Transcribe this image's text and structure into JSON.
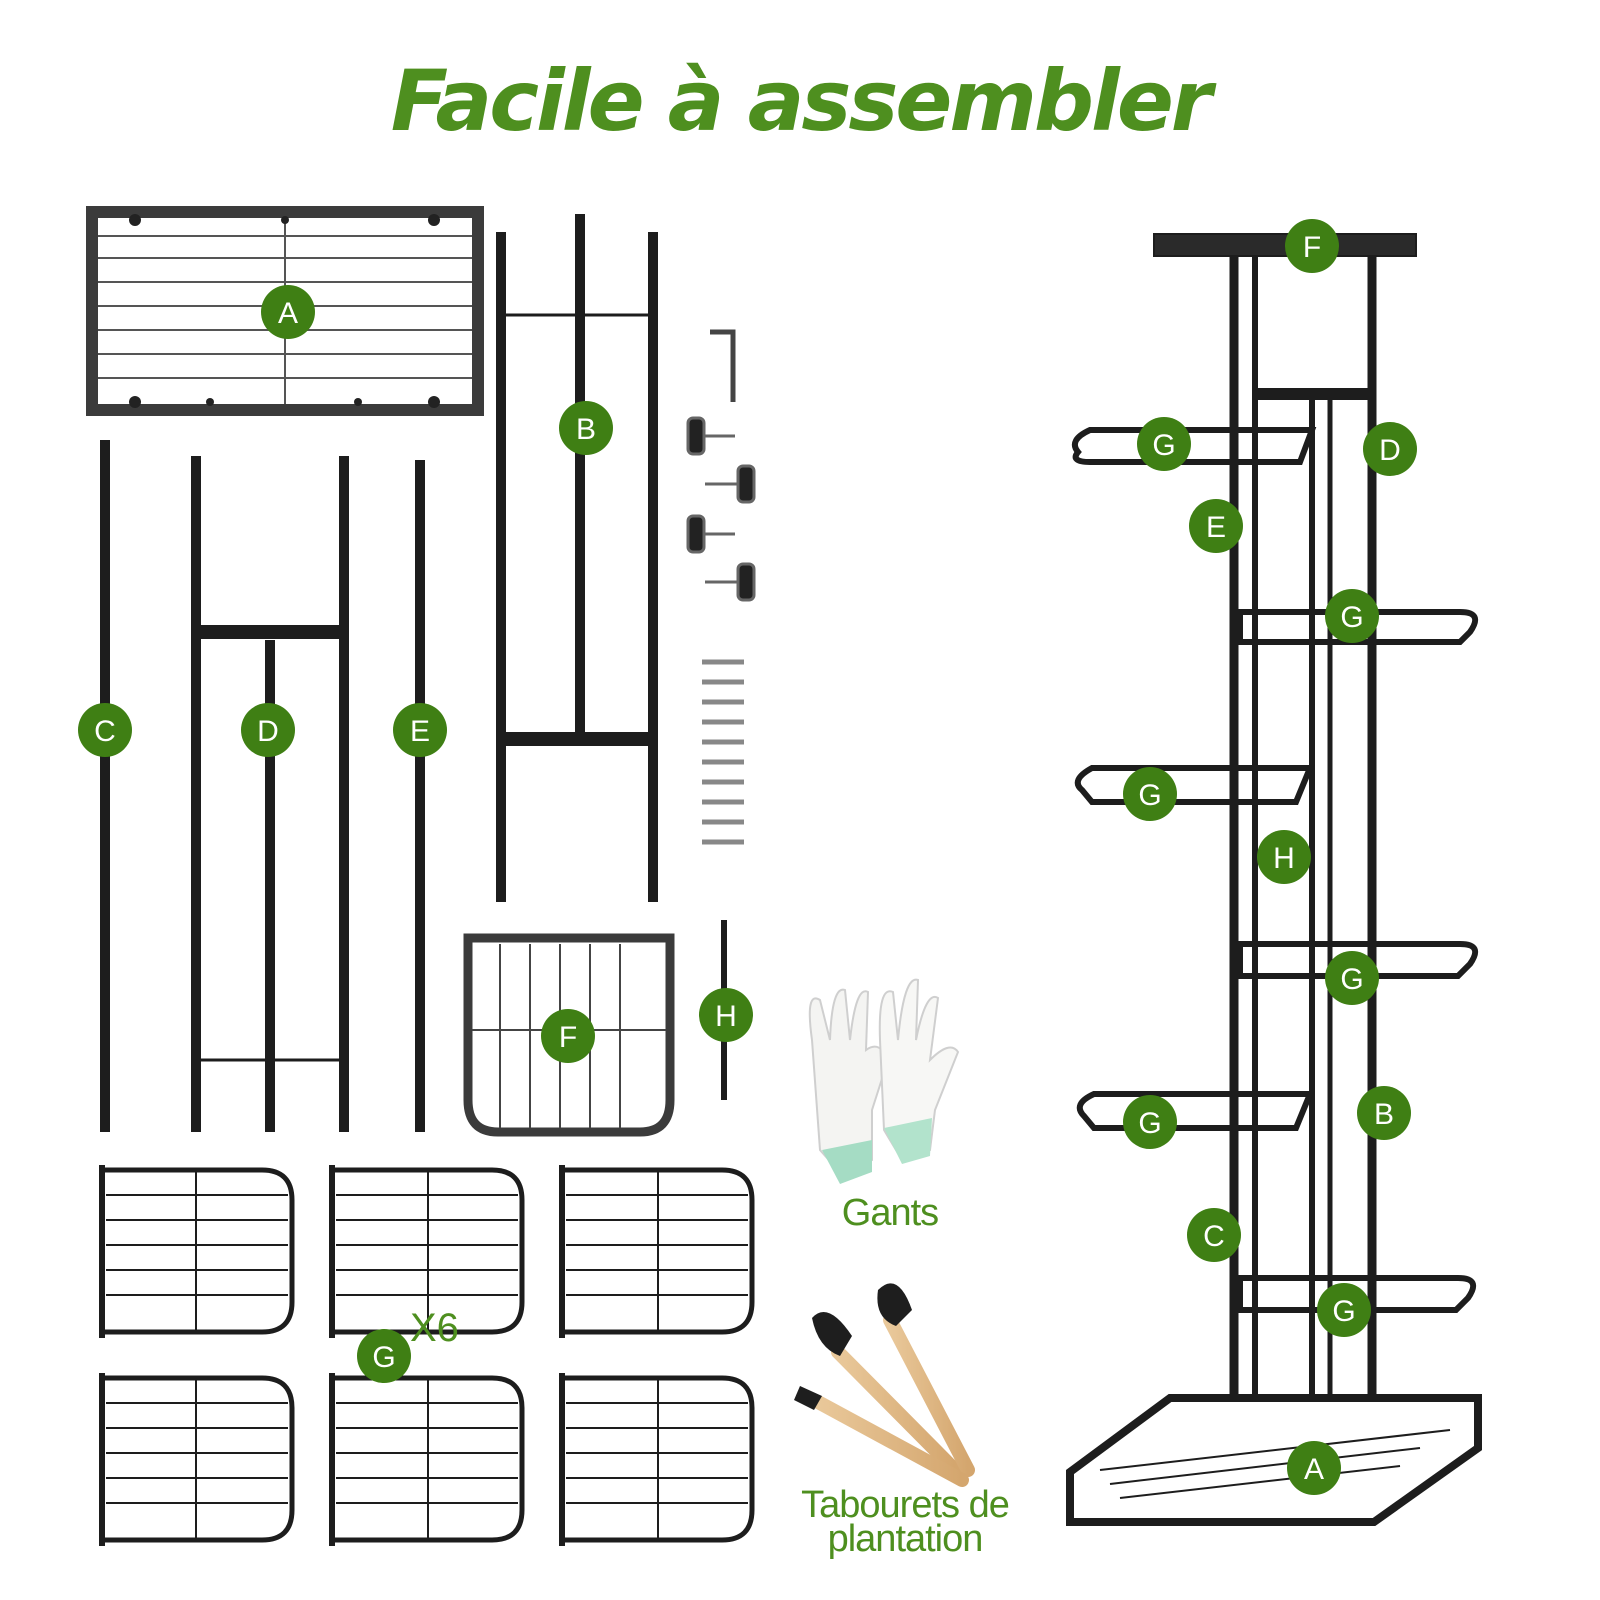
{
  "title": "Facile à assembler",
  "parts_labels": {
    "A": "A",
    "B": "B",
    "C": "C",
    "D": "D",
    "E": "E",
    "F": "F",
    "G": "G",
    "H": "H"
  },
  "shelf_quantity": "X6",
  "accessories": {
    "gloves": "Gants",
    "tools": "Tabourets de plantation"
  },
  "colors": {
    "accent_green": "#4e8f1f",
    "badge_green": "#3f7f14",
    "metal": "#1d1d1d"
  },
  "icons": [
    "allen-key-icon",
    "foot-pad-icon",
    "screw-icon",
    "gloves-icon",
    "garden-tools-icon"
  ]
}
